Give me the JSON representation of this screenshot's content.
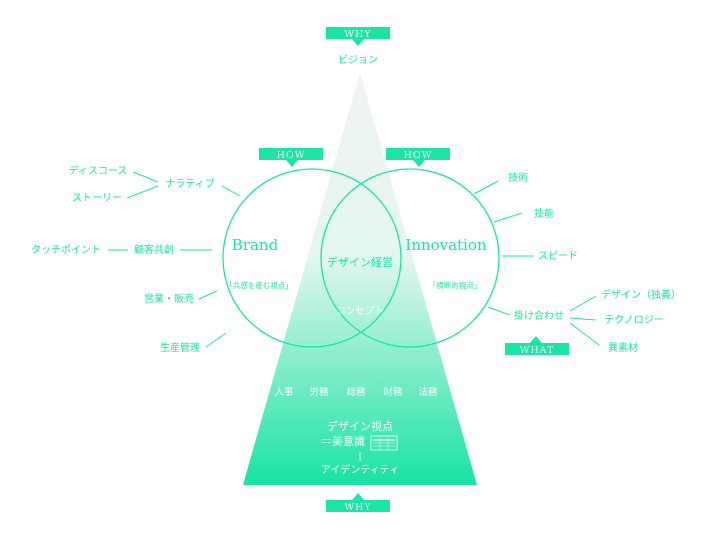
{
  "colors": {
    "accent": "#19e6a5",
    "triangle_top": "#f2f4f3",
    "triangle_bottom": "#17e3a3",
    "white": "#ffffff"
  },
  "tags": {
    "why_top": "WHY",
    "how_left": "HOW",
    "how_right": "HOW",
    "what": "WHAT",
    "why_bottom": "WHY"
  },
  "vision": "ビジョン",
  "brand": {
    "title": "Brand",
    "subtitle": "「共感を産む視点」",
    "items": {
      "discourse": "ディスコース",
      "narrative": "ナラティブ",
      "story": "ストーリー",
      "touchpoint": "タッチポイント",
      "cocreation": "顧客共創",
      "sales": "営業・販売",
      "production": "生産管理"
    }
  },
  "innovation": {
    "title": "Innovation",
    "subtitle": "「横断的視点」",
    "items": {
      "technology": "技術",
      "skill": "技能",
      "speed": "スピード",
      "combination": "掛け合わせ",
      "design_unique": "デザイン（独義）",
      "technology2": "テクノロジー",
      "materials": "異素材"
    }
  },
  "center": {
    "design_management": "デザイン経営",
    "concept": "コンセプト"
  },
  "departments": [
    "人事",
    "労務",
    "総務",
    "財務",
    "法務"
  ],
  "bottom": {
    "design_view": "デザイン視点",
    "aesthetics": "＝美意識",
    "divider": "|",
    "identity": "アイデンティティ"
  }
}
